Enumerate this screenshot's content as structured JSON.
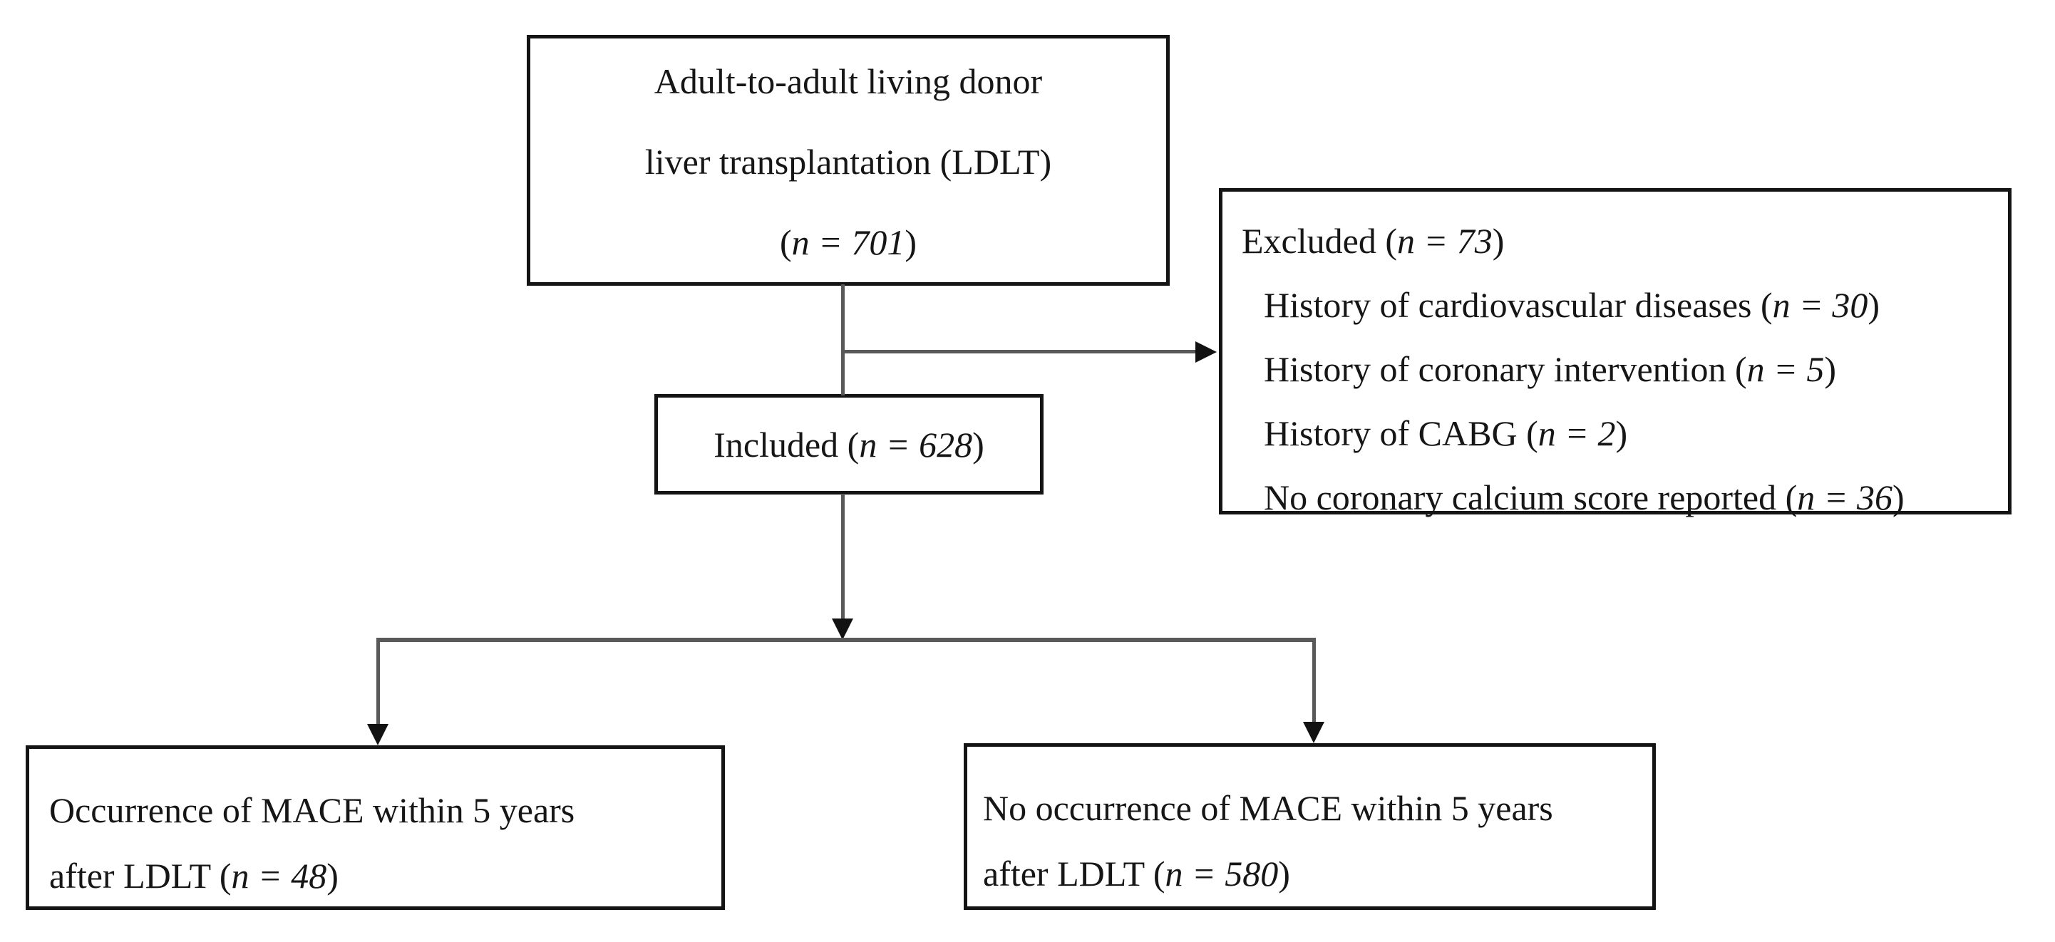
{
  "figure": {
    "background": "#ffffff",
    "box_border_color": "#141414",
    "connector_color": "#595959",
    "arrow_color": "#121212",
    "text_color": "#161616"
  },
  "top_box": {
    "line1": "Adult-to-adult living donor",
    "line2": "liver transplantation (LDLT)",
    "n": {
      "prefix": "(",
      "italic": "n = 701",
      "suffix": ")"
    }
  },
  "excluded_box": {
    "heading": {
      "prefix": "Excluded (",
      "italic": "n = 73",
      "suffix": ")"
    },
    "items": [
      {
        "prefix": "History of cardiovascular diseases (",
        "italic": "n = 30",
        "suffix": ")"
      },
      {
        "prefix": "History of coronary intervention (",
        "italic": "n = 5",
        "suffix": ")"
      },
      {
        "prefix": "History of CABG (",
        "italic": "n = 2",
        "suffix": ")"
      },
      {
        "prefix": "No coronary calcium score reported (",
        "italic": "n = 36",
        "suffix": ")"
      }
    ]
  },
  "included_box": {
    "label": {
      "prefix": "Included (",
      "italic": "n = 628",
      "suffix": ")"
    }
  },
  "outcome_left_box": {
    "line1": "Occurrence of MACE within 5 years",
    "line2": {
      "prefix": "after LDLT (",
      "italic": "n = 48",
      "suffix": ")"
    }
  },
  "outcome_right_box": {
    "line1": "No occurrence of MACE within 5 years",
    "line2": {
      "prefix": "after LDLT (",
      "italic": "n = 580",
      "suffix": ")"
    }
  }
}
